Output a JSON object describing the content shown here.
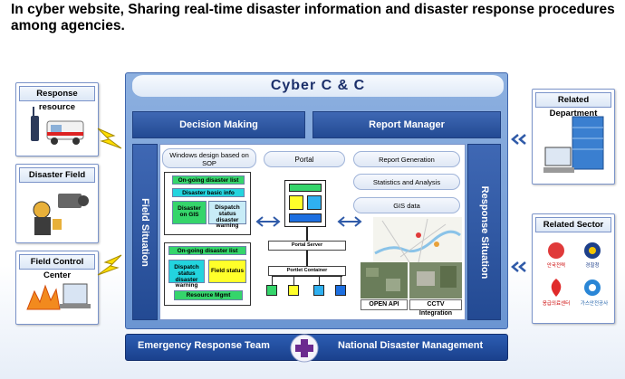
{
  "header": {
    "text": "In cyber website, Sharing real-time disaster information and disaster response procedures among agencies."
  },
  "left": {
    "response_resource": "Response resource",
    "disaster_field": "Disaster Field",
    "field_control_center": "Field Control Center"
  },
  "right": {
    "related_department": "Related Department",
    "related_sector": "Related Sector",
    "sector_labels": [
      "안국전력",
      "경찰청",
      "응급의료센터",
      "가스안전공사"
    ]
  },
  "center": {
    "title": "Cyber  C & C",
    "decision_making": "Decision Making",
    "report_manager": "Report Manager",
    "field_situation": "Field Situation",
    "response_situation": "Response Situation",
    "windows_design": "Windows design based on SOP",
    "top_window": {
      "ongoing": "On-going disaster list",
      "basic_info": "Disaster basic info",
      "on_gis": "Disaster on GIS",
      "dispatch_warning": "Dispatch status disaster warning"
    },
    "bottom_window": {
      "ongoing": "On-going disaster list",
      "dispatch_warning": "Dispatch status disaster warning",
      "field_status": "Field status",
      "resource_mgmt": "Resource Mgmt"
    },
    "portal": "Portal",
    "portal_server": "Portal Server",
    "portlet_container": "Portlet Container",
    "report_generation": "Report Generation",
    "statistics": "Statistics and Analysis",
    "gis_data": "GIS data",
    "open_api": "OPEN API",
    "cctv": "CCTV Integration"
  },
  "bottom": {
    "ert": "Emergency Response Team",
    "ndm": "National Disaster Management"
  }
}
